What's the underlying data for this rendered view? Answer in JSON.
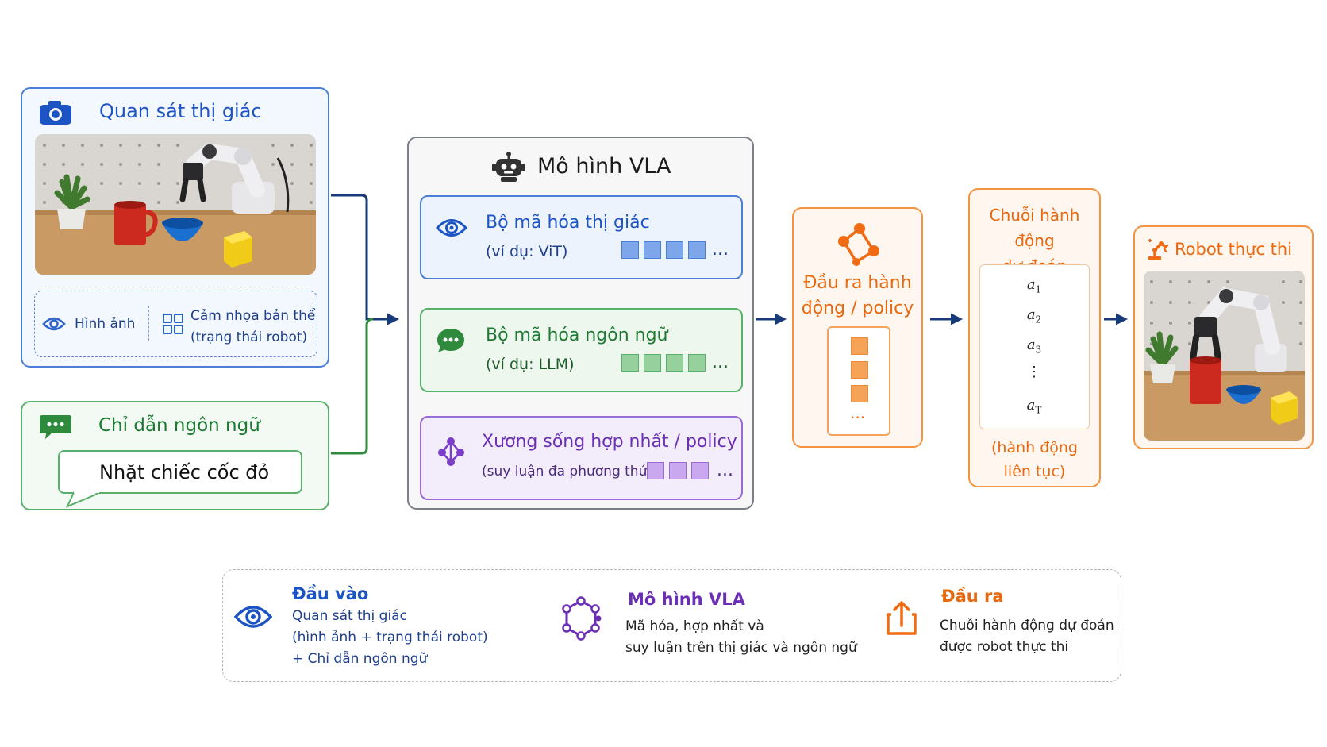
{
  "visual_card": {
    "title": "Quan sát thị giác",
    "image_label": "Hình ảnh",
    "proprio_line1": "Cảm nhọa bản thể",
    "proprio_line2": "(trạng thái robot)"
  },
  "language_card": {
    "title": "Chỉ dẫn ngôn ngữ",
    "instruction": "Nhặt chiếc cốc đỏ"
  },
  "vla_model": {
    "title": "Mô hình VLA",
    "vision_encoder": {
      "title": "Bộ mã hóa thị giác",
      "subtitle": "(ví dụ: ViT)",
      "ellipsis": "..."
    },
    "language_encoder": {
      "title": "Bộ mã hóa ngôn ngữ",
      "subtitle": "(ví dụ: LLM)",
      "ellipsis": "..."
    },
    "fusion_backbone": {
      "title": "Xương sống hợp nhất / policy",
      "subtitle": "(suy luận đa phương thức)",
      "ellipsis": "..."
    }
  },
  "policy_card": {
    "title_line1": "Đầu ra hành",
    "title_line2": "động / policy",
    "ellipsis": "..."
  },
  "sequence_card": {
    "title_line1": "Chuỗi hành động",
    "title_line2": "dự đoán",
    "items": [
      {
        "base": "a",
        "sub": "1"
      },
      {
        "base": "a",
        "sub": "2"
      },
      {
        "base": "a",
        "sub": "3"
      },
      {
        "base": "⋮",
        "sub": ""
      },
      {
        "base": "a",
        "sub": "T"
      }
    ],
    "note_line1": "(hành động",
    "note_line2": "liên tục)"
  },
  "execution_card": {
    "title": "Robot thực thi"
  },
  "legend": {
    "input": {
      "heading": "Đầu vào",
      "line1": "Quan sát thị giác",
      "line2": "(hình ảnh + trạng thái robot)",
      "line3": "+ Chỉ dẫn ngôn ngữ"
    },
    "model": {
      "heading": "Mô hình VLA",
      "line1": "Mã hóa, hợp nhất và",
      "line2": "suy luận trên thị giác và ngôn ngữ"
    },
    "output": {
      "heading": "Đầu ra",
      "line1": "Chuỗi hành động dự đoán",
      "line2": "được robot thực thi"
    }
  },
  "icons": {
    "camera": "camera-icon",
    "eye": "eye-icon",
    "grid": "grid-icon",
    "chat": "chat-bubble-icon",
    "robot": "robot-head-icon",
    "network": "network-graph-icon",
    "policy": "policy-graph-icon",
    "robot_arm": "robot-arm-icon",
    "share": "share-out-icon"
  },
  "colors": {
    "vision_blue": "#1d54c4",
    "language_green": "#1c7a32",
    "fusion_purple": "#6a2fb4",
    "output_orange": "#e8680f",
    "arrow_navy": "#173a78"
  }
}
